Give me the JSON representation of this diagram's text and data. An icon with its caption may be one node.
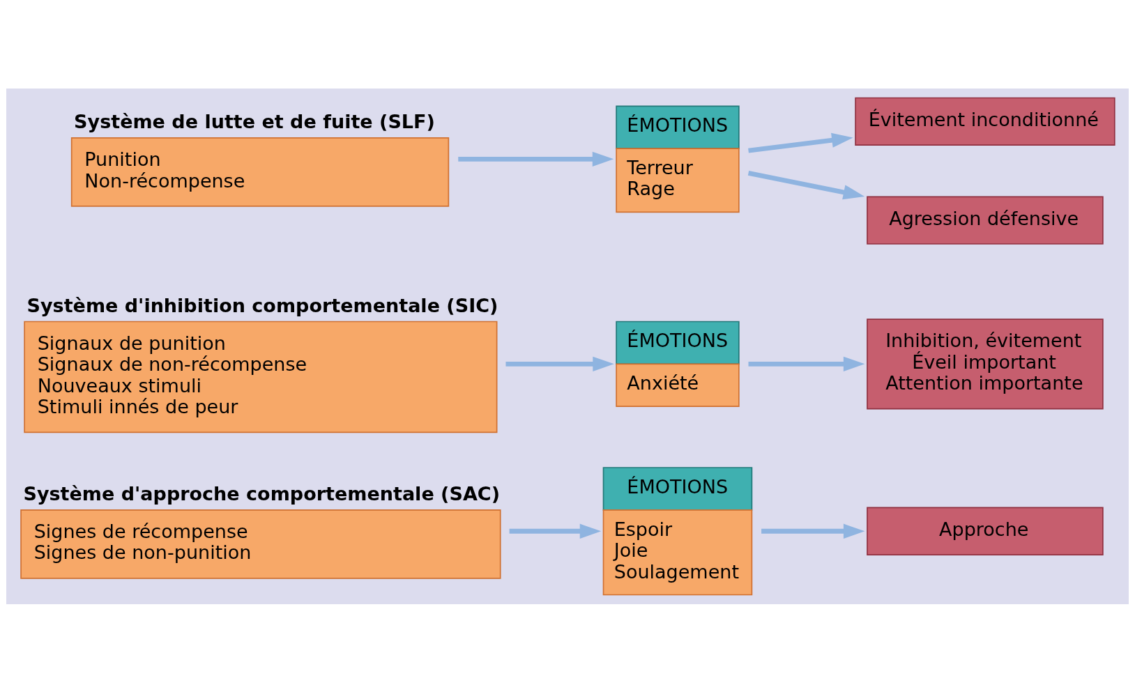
{
  "diagram": {
    "nodes": [
      {
        "text": [
          "Système d'approche comportementale (SAC)",
          "Signes de récompense",
          "Signes de non-punition"
        ]
      },
      {
        "text": [
          "ÉMOTIONS",
          "Espoir",
          "Joie",
          "Soulagement"
        ]
      },
      {
        "text": [
          "Approche"
        ]
      },
      {
        "text": [
          "Système d'inhibition comportementale (SIC)",
          "Signaux de punition",
          "Signaux de non-récompense",
          "Nouveaux stimuli",
          "Stimuli innés de peur"
        ]
      },
      {
        "text": [
          "ÉMOTIONS",
          "Anxiété"
        ]
      },
      {
        "text": [
          "Inhibition, évitement",
          "Éveil important",
          "Attention importante"
        ]
      },
      {
        "text": [
          "Système de lutte et de fuite (SLF)",
          "Punition",
          "Non-récompense"
        ]
      },
      {
        "text": [
          "ÉMOTIONS",
          "Terreur",
          "Rage"
        ]
      },
      {
        "text": [
          "Évitement inconditionné"
        ]
      },
      {
        "text": [
          "Agression défensive"
        ]
      }
    ],
    "edges": [
      {
        "from": 0,
        "to": 1,
        "arrow": "to"
      },
      {
        "from": 1,
        "to": 2,
        "arrow": "to"
      },
      {
        "from": 3,
        "to": 4,
        "arrow": "to"
      },
      {
        "from": 4,
        "to": 5,
        "arrow": "to"
      },
      {
        "from": 6,
        "to": 7,
        "arrow": "to"
      },
      {
        "from": 7,
        "to": 8,
        "arrow": "to"
      },
      {
        "from": 7,
        "to": 9,
        "arrow": "to"
      }
    ]
  }
}
